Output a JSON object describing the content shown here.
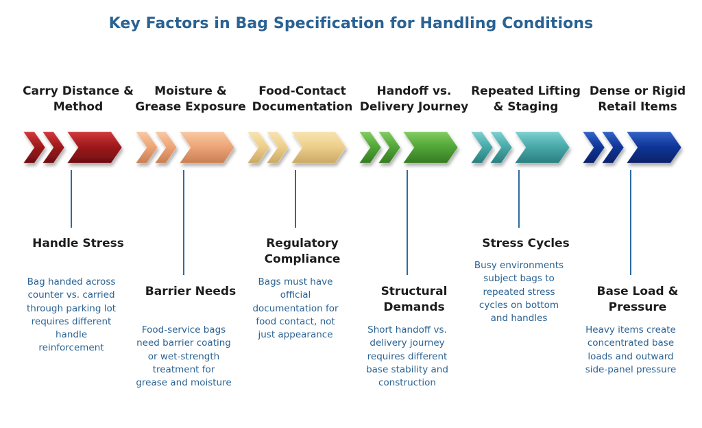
{
  "title": "Key Factors in Bag Specification for Handling Conditions",
  "factors": [
    {
      "top_label": "Carry Distance & Method",
      "bottom_title": "Handle Stress",
      "description": "Bag handed across counter vs. carried through parking lot requires different handle reinforcement",
      "color": "#a11a1c",
      "light": "#d23a3c",
      "dark": "#6d0e10"
    },
    {
      "top_label": "Moisture & Grease Exposure",
      "bottom_title": "Barrier Needs",
      "description": "Food-service bags need barrier coating or wet-strength treatment for grease and moisture",
      "color": "#eea679",
      "light": "#f8c9a4",
      "dark": "#c97e52"
    },
    {
      "top_label": "Food-Contact Documentation",
      "bottom_title": "Regulatory Compliance",
      "description": "Bags must have official documentation for food contact, not just appearance",
      "color": "#eed08c",
      "light": "#f7e3b2",
      "dark": "#c9a864"
    },
    {
      "top_label": "Handoff vs. Delivery Journey",
      "bottom_title": "Structural Demands",
      "description": "Short handoff vs. delivery journey requires different base stability and construction",
      "color": "#54a83a",
      "light": "#84cc62",
      "dark": "#357a22"
    },
    {
      "top_label": "Repeated Lifting & Staging",
      "bottom_title": "Stress Cycles",
      "description": "Busy environments subject bags to repeated stress cycles on bottom and handles",
      "color": "#4aabab",
      "light": "#7ed0cf",
      "dark": "#2a7d7e"
    },
    {
      "top_label": "Dense or Rigid Retail Items",
      "bottom_title": "Base Load & Pressure",
      "description": "Heavy items create concentrated base loads and outward side-panel pressure",
      "color": "#11379a",
      "light": "#3563c8",
      "dark": "#0a2168"
    }
  ]
}
